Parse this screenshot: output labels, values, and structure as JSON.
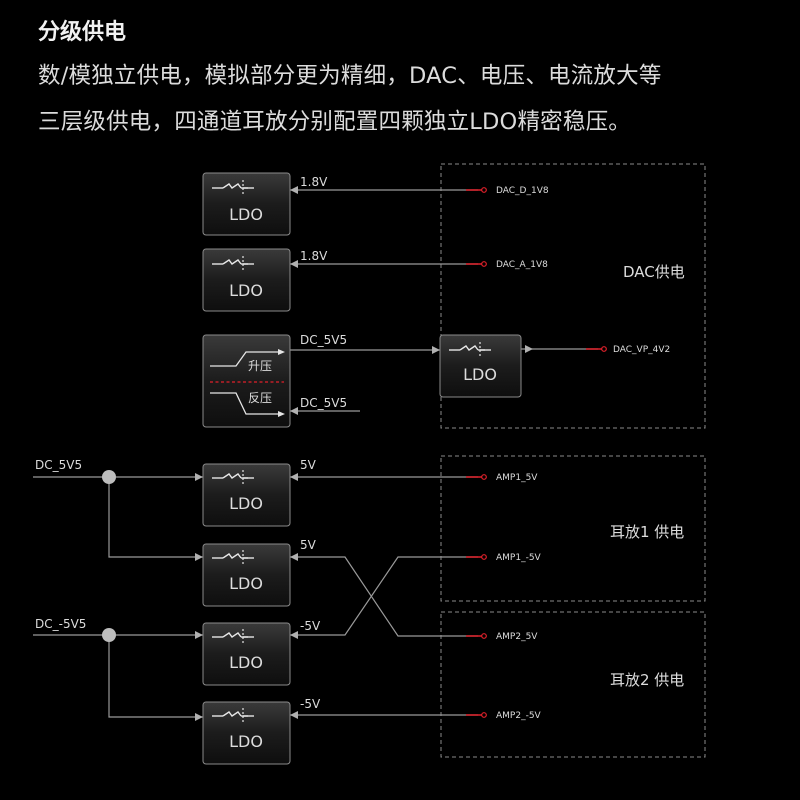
{
  "header": {
    "title": "分级供电",
    "line1": "数/模独立供电，模拟部分更为精细，DAC、电压、电流放大等",
    "line2": "三层级供电，四通道耳放分别配置四颗独立LDO精密稳压。"
  },
  "diagram": {
    "ldo_label": "LDO",
    "boost_label": "升压",
    "invert_label": "反压",
    "wires": {
      "w1": "1.8V",
      "w2": "1.8V",
      "w3": "DC_5V5",
      "w4": "DC_5V5",
      "w5": "5V",
      "w6": "5V",
      "w7": "-5V",
      "w8": "-5V"
    },
    "inputs": {
      "pos": "DC_5V5",
      "neg": "DC_-5V5"
    },
    "outputs": {
      "dac_d": "DAC_D_1V8",
      "dac_a": "DAC_A_1V8",
      "dac_vp": "DAC_VP_4V2",
      "amp1_p": "AMP1_5V",
      "amp1_n": "AMP1_-5V",
      "amp2_p": "AMP2_5V",
      "amp2_n": "AMP2_-5V"
    },
    "groups": {
      "dac": "DAC供电",
      "amp1": "耳放1 供电",
      "amp2": "耳放2 供电"
    },
    "colors": {
      "wire": "#9a9a9a",
      "accent_red": "#e0202a",
      "box_border": "#8a8a8a"
    }
  }
}
